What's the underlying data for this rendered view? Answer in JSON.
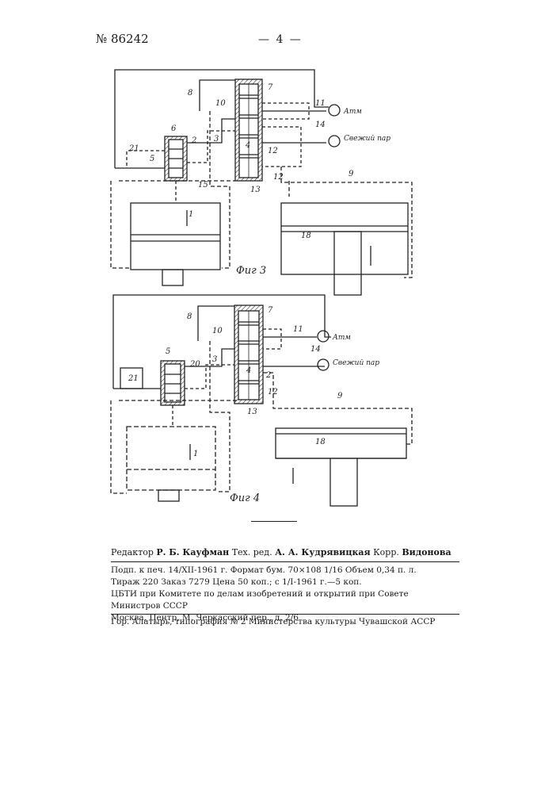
{
  "header": {
    "patent_number": "№ 86242",
    "page_number": "— 4 —"
  },
  "figures": [
    {
      "caption": "Фиг 3",
      "callouts": [
        "8",
        "7",
        "10",
        "11",
        "14",
        "6",
        "2",
        "3",
        "5",
        "21",
        "4",
        "12",
        "15",
        "12",
        "9",
        "13",
        "18",
        "1"
      ],
      "gauges": [
        {
          "label": "Атм"
        },
        {
          "label": "Свежий пар"
        }
      ]
    },
    {
      "caption": "Фиг 4",
      "callouts": [
        "8",
        "7",
        "10",
        "11",
        "14",
        "5",
        "20",
        "3",
        "21",
        "4",
        "2",
        "13",
        "12",
        "9",
        "18",
        "1"
      ],
      "gauges": [
        {
          "label": "Атм"
        },
        {
          "label": "Свежий пар"
        }
      ]
    }
  ],
  "colophon": {
    "editor_label": "Редактор",
    "editor_name": "Р. Б. Кауфман",
    "tech_label": "Тех. ред.",
    "tech_name": "А. А. Кудрявицкая",
    "corr_label": "Корр.",
    "corr_name": "Видонова",
    "print_line": "Подп. к печ. 14/XII-1961 г. Формат бум. 70×108 1/16 Объем 0,34 п. л.",
    "run_line": "Тираж 220 Заказ 7279 Цена 50 коп.; с 1/I-1961 г.—5 коп.",
    "org_line": "ЦБТИ при Комитете по делам изобретений и открытий при Совете Министров СССР",
    "address_line": "Москва, Центр, М. Черкасский пер., д. 2/6",
    "printer_line": "Гор. Алатырь, типография № 2 Министерства культуры Чувашской АССР"
  }
}
